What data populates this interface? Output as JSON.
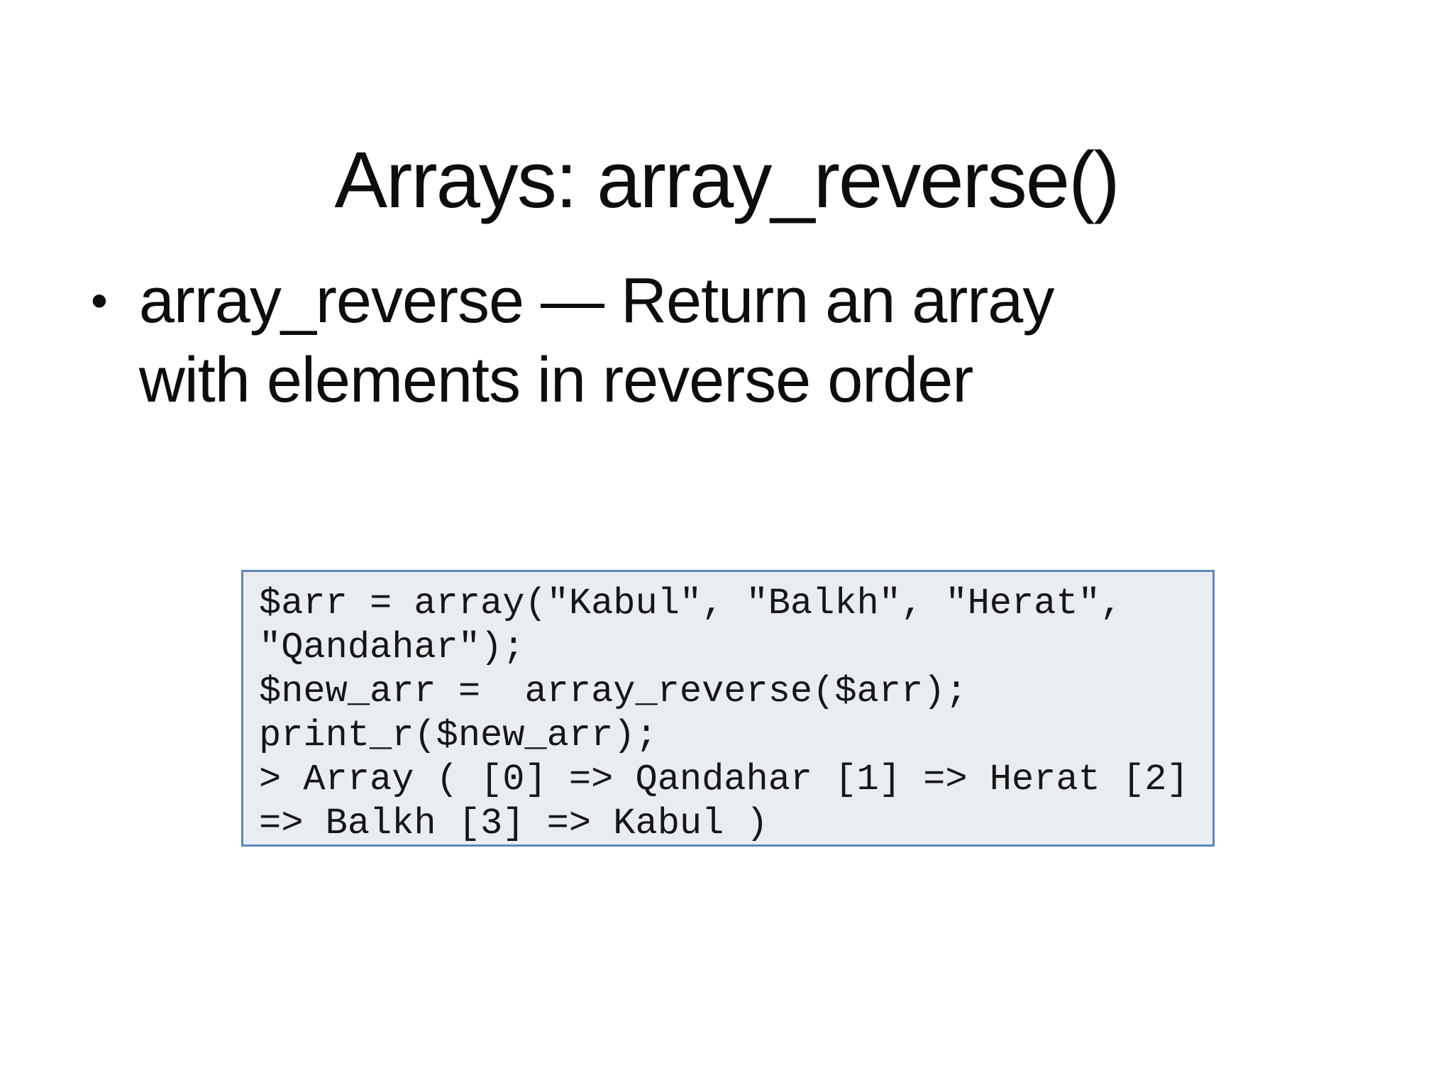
{
  "slide": {
    "title": "Arrays: array_reverse()",
    "bullet": {
      "marker": "•",
      "text": "array_reverse — Return an array with elements in reverse order"
    },
    "code_block": {
      "lines": [
        "$arr = array(\"Kabul\", \"Balkh\", \"Herat\",",
        "\"Qandahar\");",
        "$new_arr =  array_reverse($arr);",
        "print_r($new_arr);",
        "> Array ( [0] => Qandahar [1] => Herat [2]",
        "=> Balkh [3] => Kabul )"
      ],
      "colors": {
        "background": "#e9edf2",
        "border": "#5f87ba"
      }
    }
  }
}
